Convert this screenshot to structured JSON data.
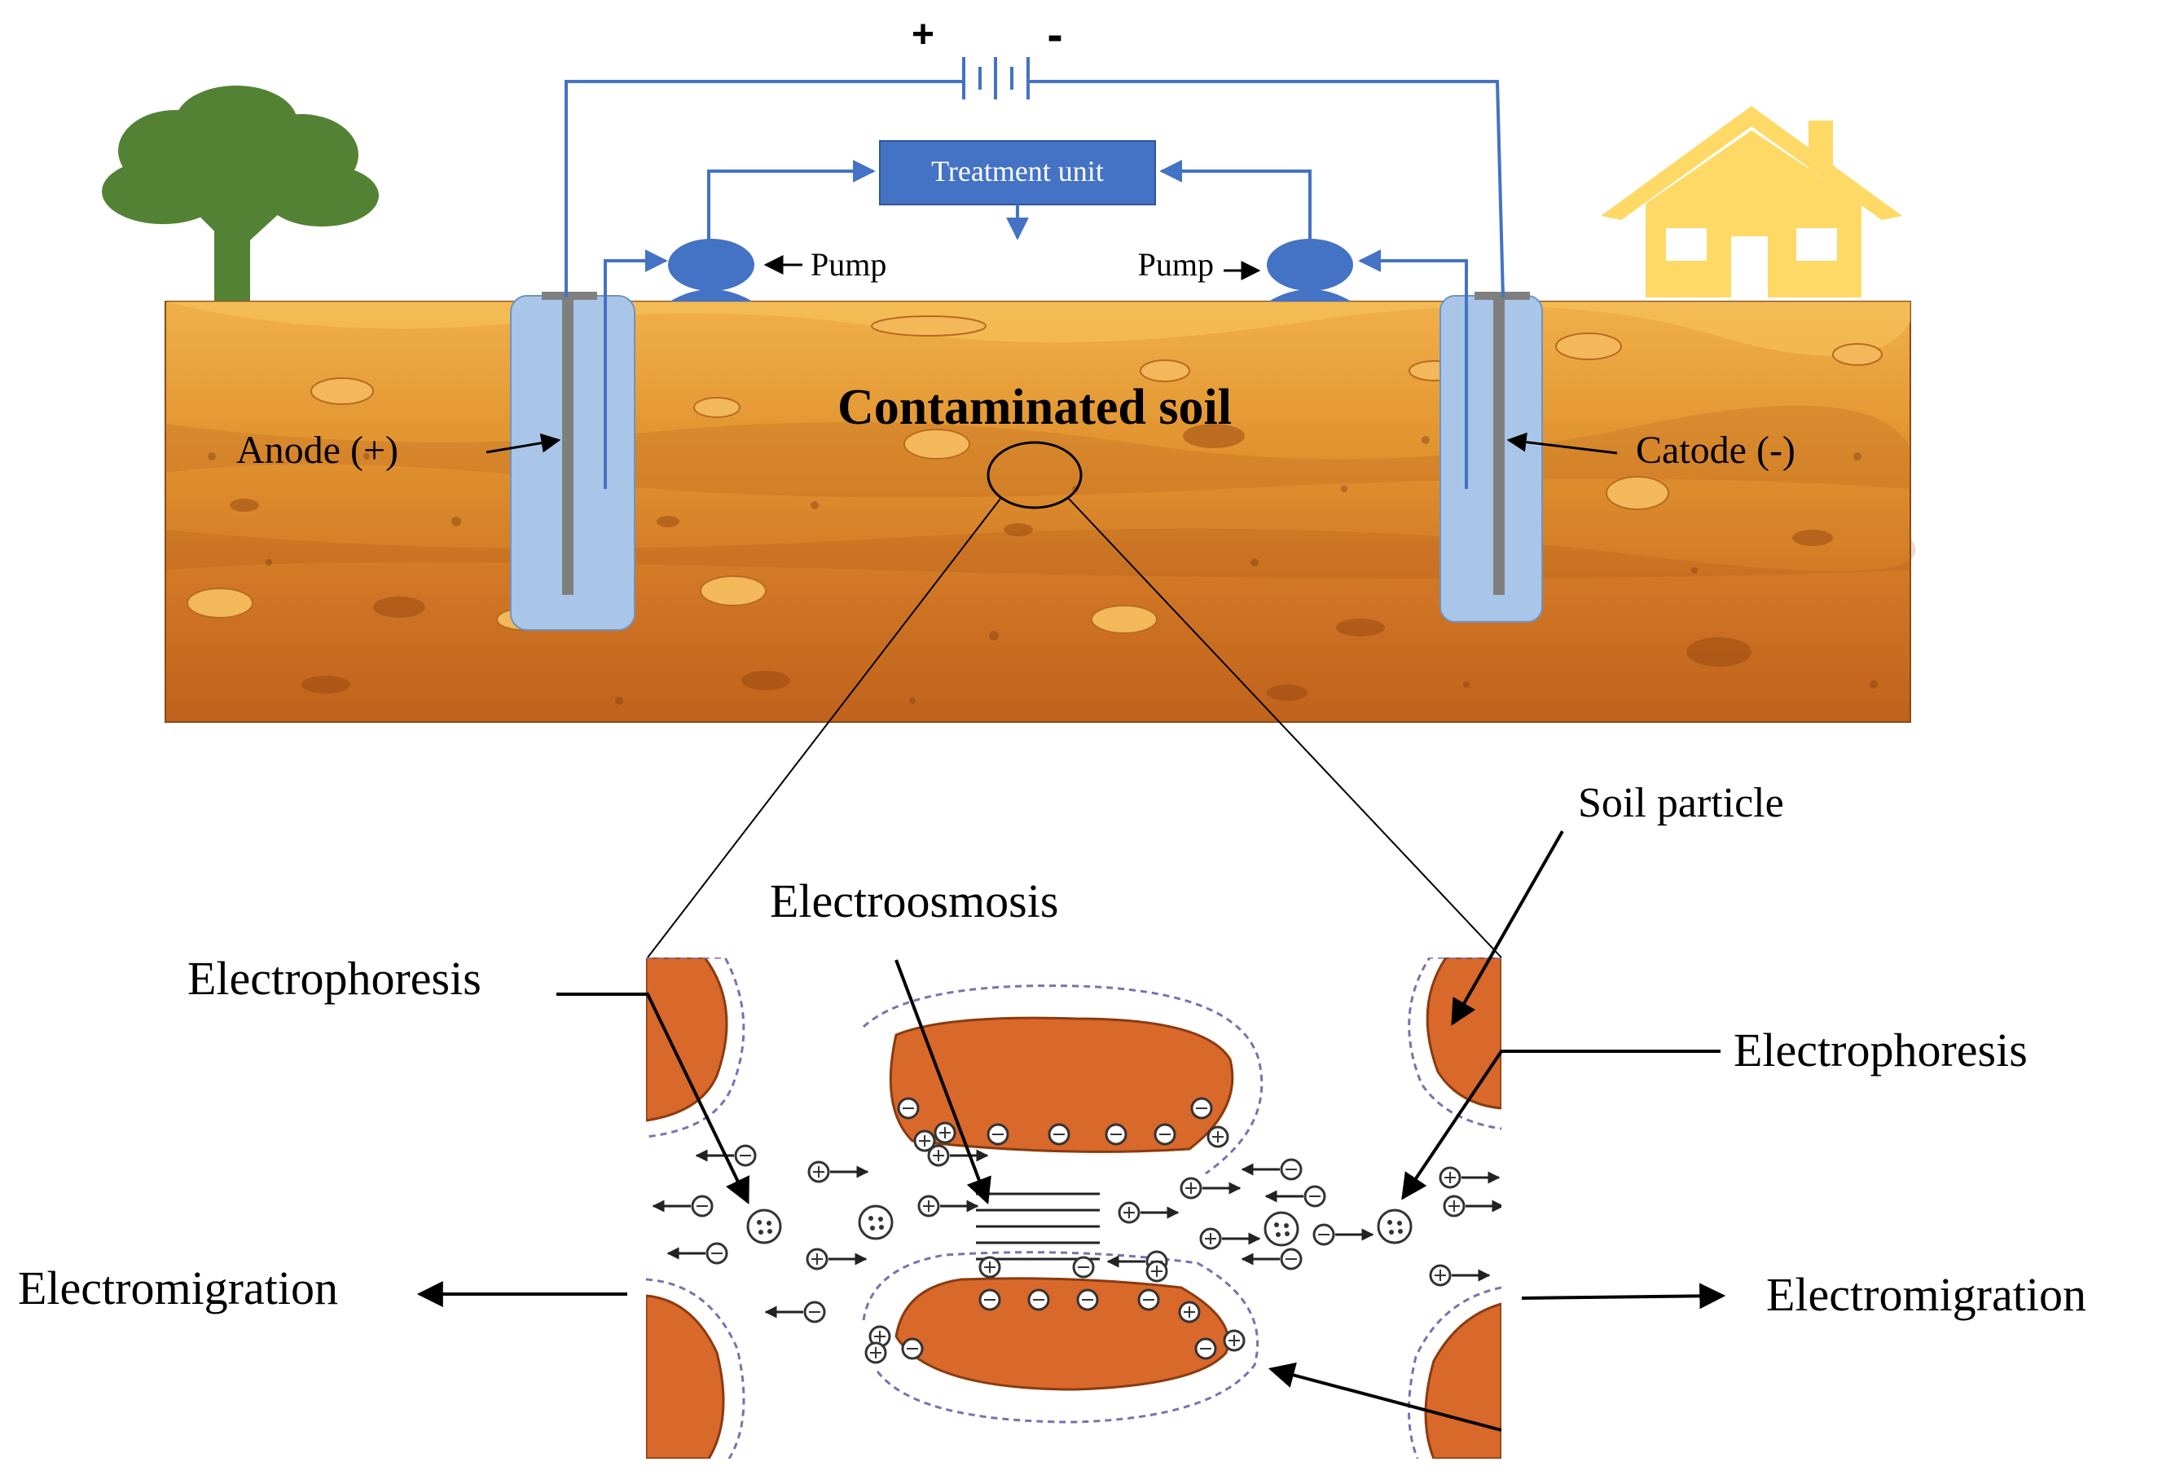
{
  "battery": {
    "plus": "+",
    "minus": "-"
  },
  "treatment_unit": {
    "label": "Treatment unit"
  },
  "pumps": {
    "left_label": "Pump",
    "right_label": "Pump"
  },
  "soil": {
    "title": "Contaminated soil"
  },
  "electrodes": {
    "anode_label": "Anode (+)",
    "cathode_label": "Catode (-)"
  },
  "zoom": {
    "electroosmosis": "Electroosmosis",
    "electrophoresis_left": "Electrophoresis",
    "electrophoresis_right": "Electrophoresis",
    "soil_particle": "Soil particle",
    "electromigration_left": "Electromigration",
    "electromigration_right": "Electromigration"
  },
  "colors": {
    "wire": "#4472c4",
    "treatment_fill": "#4472c4",
    "pump": "#4472c4",
    "well": "#a9c6e8",
    "electrode": "#7f7f7f",
    "soil_top": "#e8a33c",
    "soil_bottom": "#c4661c",
    "tree": "#548235",
    "house": "#ffd966",
    "particle": "#d9682b"
  },
  "icons": [
    "tree-icon",
    "house-icon",
    "battery-icon",
    "pump-icon",
    "magnifier-circle"
  ]
}
